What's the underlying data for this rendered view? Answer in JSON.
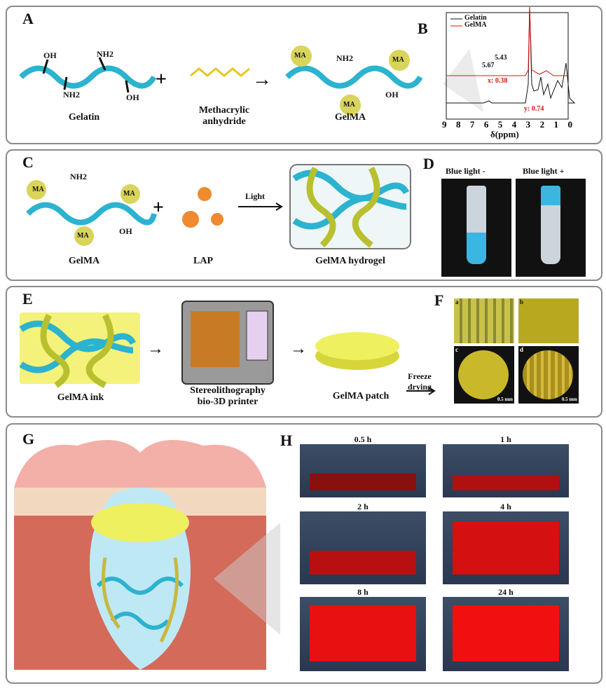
{
  "panelA": {
    "label": "A",
    "gelatin": "Gelatin",
    "ma_anhydride": "Methacrylic\nanhydride",
    "gelma": "GelMA",
    "oh": "OH",
    "nh2": "NH2",
    "ma": "MA",
    "plus": "+",
    "arrow": "→"
  },
  "panelB": {
    "label": "B",
    "legend": [
      "Gelatin",
      "GelMA"
    ],
    "ann_543": "5.43",
    "ann_567": "5.67",
    "x_val": "x: 0.38",
    "y_val": "y: 0.74",
    "xlabel": "δ(ppm)",
    "xticks": [
      "9",
      "8",
      "7",
      "6",
      "5",
      "4",
      "3",
      "2",
      "1",
      "0"
    ]
  },
  "panelC": {
    "label": "C",
    "gelma": "GelMA",
    "lap": "LAP",
    "light": "Light",
    "hydrogel": "GelMA hydrogel",
    "plus": "+"
  },
  "panelD": {
    "label": "D",
    "minus": "Blue light -",
    "plus": "Blue light +"
  },
  "panelE": {
    "label": "E",
    "ink": "GelMA ink",
    "printer": "Stereolithography\nbio-3D printer",
    "patch": "GelMA patch",
    "freeze": "Freeze\ndrying"
  },
  "panelF": {
    "label": "F",
    "subs": [
      "a",
      "b",
      "c",
      "d"
    ],
    "scale": "0.5 mm"
  },
  "panelG": {
    "label": "G"
  },
  "panelH": {
    "label": "H",
    "times": [
      "0.5 h",
      "1 h",
      "2 h",
      "4 h",
      "8 h",
      "24 h"
    ]
  },
  "colors": {
    "chain": "#2bb3cf",
    "ma": "#d9d45a",
    "lap": "#f08a2e",
    "patch": "#eef060",
    "red": "#e01010"
  }
}
